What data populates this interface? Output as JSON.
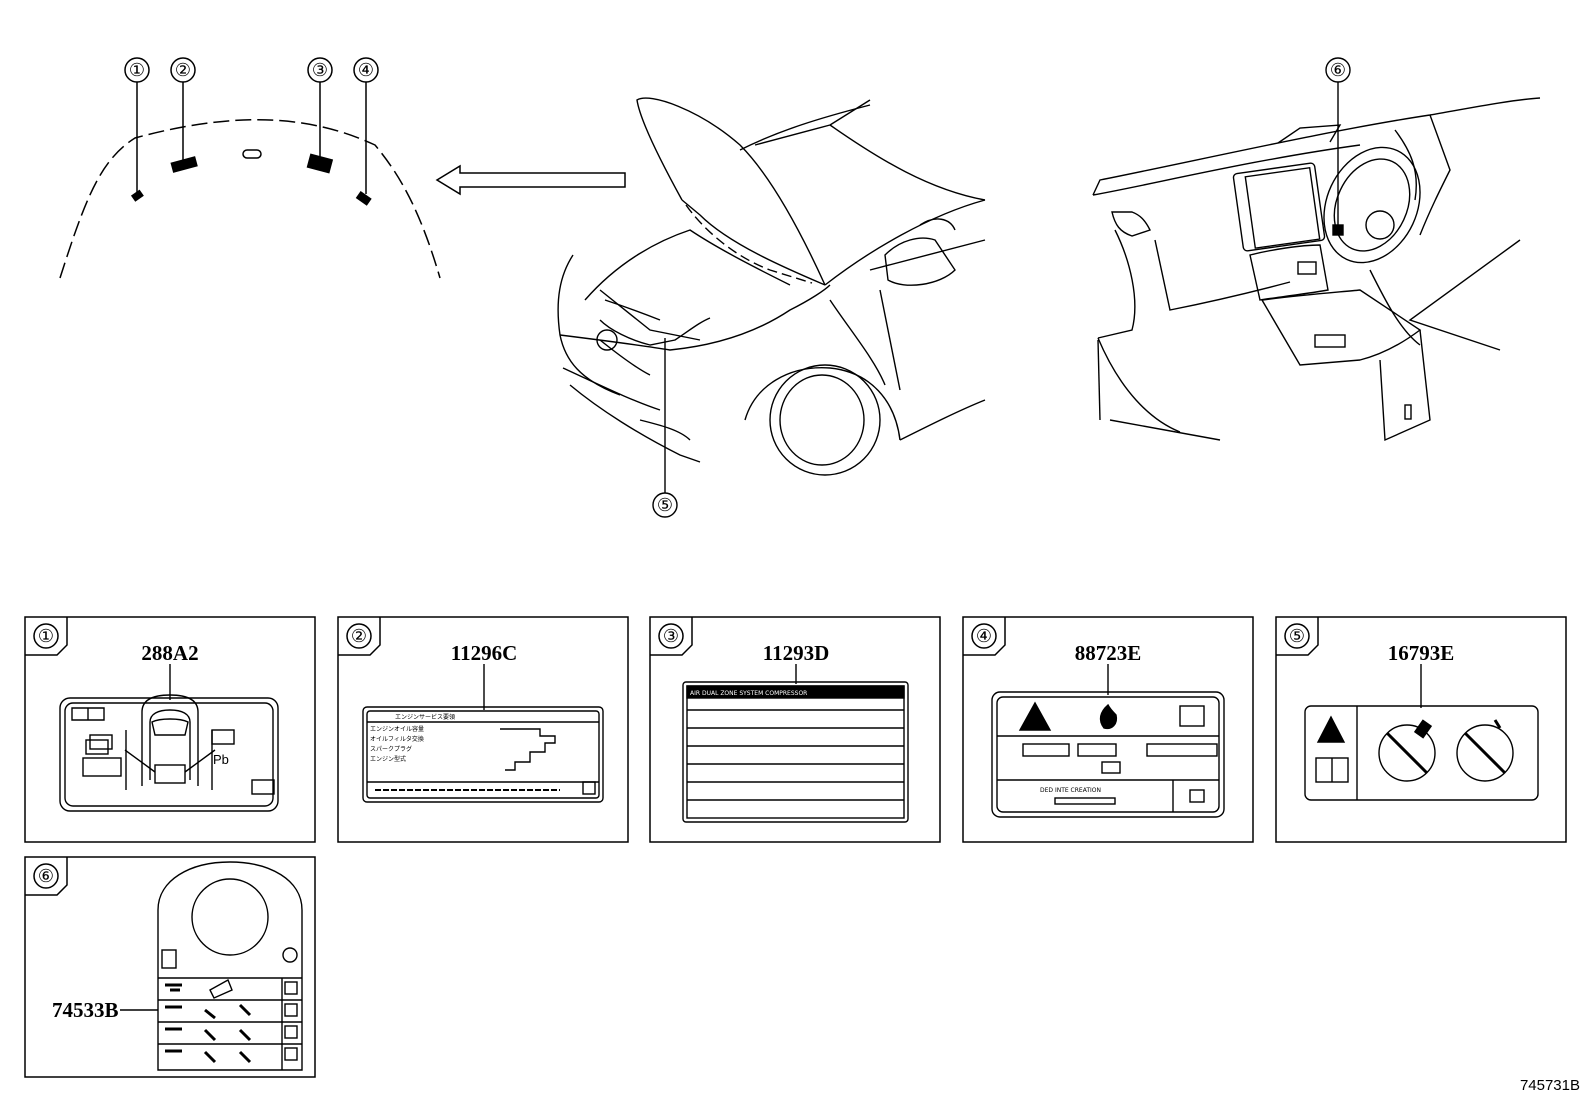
{
  "callouts": {
    "c1": "①",
    "c2": "②",
    "c3": "③",
    "c4": "④",
    "c5": "⑤",
    "c6": "⑥"
  },
  "labels": [
    {
      "index": "①",
      "part_no": "288A2"
    },
    {
      "index": "②",
      "part_no": "11296C"
    },
    {
      "index": "③",
      "part_no": "11293D"
    },
    {
      "index": "④",
      "part_no": "88723E"
    },
    {
      "index": "⑤",
      "part_no": "16793E"
    },
    {
      "index": "⑥",
      "part_no": "74533B"
    }
  ],
  "label1_battery_text": "Pb",
  "label2_title": "エンジンサービス要領",
  "label2_rows": [
    "エンジンオイル容量",
    "オイルフィルタ交換",
    "スパークプラグ",
    "エンジン型式"
  ],
  "label3_header": "AIR DUAL ZONE SYSTEM COMPRESSOR",
  "label4_bottom": "DED INTE CREATION",
  "diagram_ref": "745731B"
}
